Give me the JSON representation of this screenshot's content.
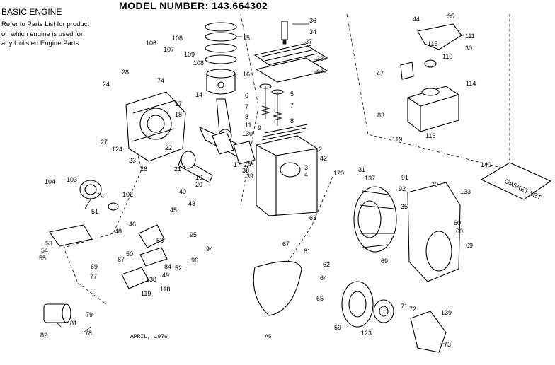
{
  "title": "MODEL NUMBER:  143.664302",
  "intro": {
    "heading": "BASIC ENGINE",
    "note_lines": [
      "Refer to Parts List for product",
      "on which engine is used for",
      "any Unlisted Engine Parts"
    ]
  },
  "gasket_set_text": "GASKET SET",
  "footer": {
    "date": "APRIL, 1976",
    "page": "A5"
  },
  "callouts": [
    {
      "n": "2"
    },
    {
      "n": "3"
    },
    {
      "n": "4"
    },
    {
      "n": "5"
    },
    {
      "n": "6"
    },
    {
      "n": "7"
    },
    {
      "n": "7"
    },
    {
      "n": "8"
    },
    {
      "n": "8"
    },
    {
      "n": "9"
    },
    {
      "n": "11"
    },
    {
      "n": "14"
    },
    {
      "n": "15"
    },
    {
      "n": "16"
    },
    {
      "n": "17"
    },
    {
      "n": "17"
    },
    {
      "n": "18"
    },
    {
      "n": "19"
    },
    {
      "n": "20"
    },
    {
      "n": "21"
    },
    {
      "n": "22"
    },
    {
      "n": "23"
    },
    {
      "n": "24"
    },
    {
      "n": "26"
    },
    {
      "n": "27"
    },
    {
      "n": "28"
    },
    {
      "n": "30"
    },
    {
      "n": "31"
    },
    {
      "n": "32"
    },
    {
      "n": "33"
    },
    {
      "n": "34"
    },
    {
      "n": "35"
    },
    {
      "n": "35"
    },
    {
      "n": "36"
    },
    {
      "n": "37"
    },
    {
      "n": "38"
    },
    {
      "n": "39"
    },
    {
      "n": "40"
    },
    {
      "n": "42"
    },
    {
      "n": "43"
    },
    {
      "n": "44"
    },
    {
      "n": "45"
    },
    {
      "n": "46"
    },
    {
      "n": "47"
    },
    {
      "n": "48"
    },
    {
      "n": "49"
    },
    {
      "n": "50"
    },
    {
      "n": "51"
    },
    {
      "n": "52"
    },
    {
      "n": "53"
    },
    {
      "n": "54"
    },
    {
      "n": "55"
    },
    {
      "n": "58"
    },
    {
      "n": "59"
    },
    {
      "n": "60"
    },
    {
      "n": "61"
    },
    {
      "n": "62"
    },
    {
      "n": "63"
    },
    {
      "n": "64"
    },
    {
      "n": "65"
    },
    {
      "n": "67"
    },
    {
      "n": "69"
    },
    {
      "n": "69"
    },
    {
      "n": "69"
    },
    {
      "n": "70"
    },
    {
      "n": "71"
    },
    {
      "n": "72"
    },
    {
      "n": "73"
    },
    {
      "n": "74"
    },
    {
      "n": "77"
    },
    {
      "n": "78"
    },
    {
      "n": "79"
    },
    {
      "n": "81"
    },
    {
      "n": "82"
    },
    {
      "n": "83"
    },
    {
      "n": "84"
    },
    {
      "n": "87"
    },
    {
      "n": "91"
    },
    {
      "n": "92"
    },
    {
      "n": "94"
    },
    {
      "n": "95"
    },
    {
      "n": "96"
    },
    {
      "n": "102"
    },
    {
      "n": "103"
    },
    {
      "n": "104"
    },
    {
      "n": "106"
    },
    {
      "n": "107"
    },
    {
      "n": "108"
    },
    {
      "n": "108"
    },
    {
      "n": "109"
    },
    {
      "n": "110"
    },
    {
      "n": "111"
    },
    {
      "n": "114"
    },
    {
      "n": "115"
    },
    {
      "n": "116"
    },
    {
      "n": "118"
    },
    {
      "n": "119"
    },
    {
      "n": "119"
    },
    {
      "n": "120"
    },
    {
      "n": "123"
    },
    {
      "n": "124"
    },
    {
      "n": "130"
    },
    {
      "n": "133"
    },
    {
      "n": "137"
    },
    {
      "n": "138"
    },
    {
      "n": "139"
    },
    {
      "n": "140"
    },
    {
      "n": "2A"
    },
    {
      "n": "60"
    }
  ]
}
